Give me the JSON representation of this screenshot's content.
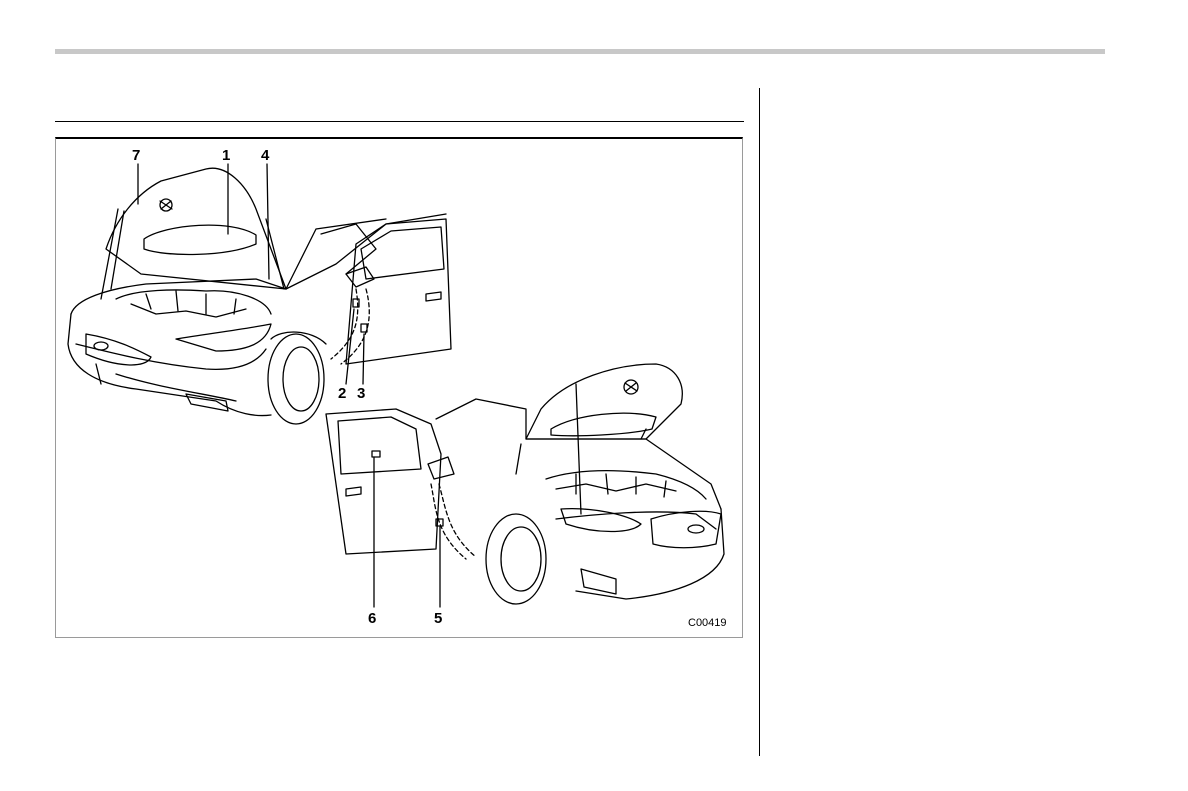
{
  "figure": {
    "code": "C00419",
    "callouts": [
      "7",
      "1",
      "4",
      "2",
      "3",
      "6",
      "5"
    ]
  }
}
